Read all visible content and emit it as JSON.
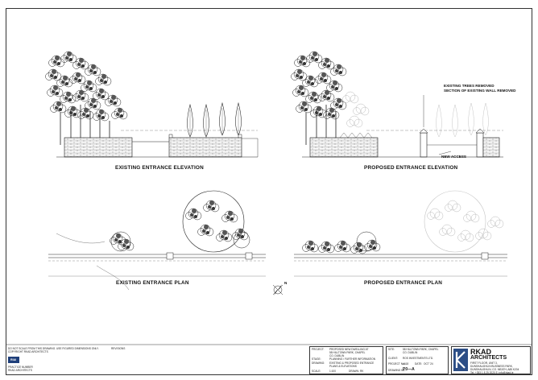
{
  "drawing": {
    "existing_elevation_label": "EXISTING ENTRANCE ELEVATION",
    "proposed_elevation_label": "PROPOSED ENTRANCE ELEVATION",
    "existing_plan_label": "EXISTING ENTRANCE PLAN",
    "proposed_plan_label": "PROPOSED ENTRANCE PLAN",
    "note_trees_removed": "EXISTING TREES REMOVED",
    "note_wall_removed": "SECTION OF EXISTING WALL REMOVED",
    "note_new_access": "NEW ACCESS",
    "north_label": "N"
  },
  "title_block": {
    "disclaimer_lines": [
      "DO NOT SCALE FROM THIS DRAWING. USE FIGURED DIMENSIONS ONLY.",
      "COPYRIGHT RKAD ARCHITECTS"
    ],
    "revision_label": "REVISIONS",
    "riai_logo": "RIAI",
    "riai_lines": [
      "PRACTICE NUMBER",
      "RKAD ARCHITECTS"
    ],
    "project_label": "PROJECT:",
    "project_lines": [
      "PROPOSED NEW DWELLING AT",
      "58 HILLTOWN PARK, CHAPEL",
      "CO. DUBLIN"
    ],
    "stage_label": "STAGE:",
    "stage_value": "PLANNING / FURTHER INFORMATION",
    "drawing_label": "DRAWING:",
    "drawing_lines": [
      "EXISTING & PROPOSED ENTRANCE",
      "PLANS & ELEVATIONS"
    ],
    "scale_label": "SCALE:",
    "scale_value": "1:100",
    "drawn_label": "DRAWN:",
    "drawn_value": "RK",
    "site_label": "SITE:",
    "site_lines": [
      "58 HILLTOWN PARK, CHAPEL",
      "CO. DUBLIN"
    ],
    "client_label": "CLIENT:",
    "client_value": "ROS INVESTMENTS LTD.",
    "project_no_label": "PROJECT No.:",
    "project_no_value": "4418",
    "date_label": "DATE:",
    "date_value": "OCT '24",
    "drawing_no_label": "DRAWING No.:",
    "drawing_no_value": "P0—A",
    "company_name": "RKAD",
    "company_name2": "ARCHITECTS",
    "company_address": [
      "FIRST FLOOR, UNIT 3,",
      "DUNSHAUGHLIN BUSINESS PARK,",
      "DUNSHAUGHLIN, CO. MEATH, A85 K204"
    ],
    "company_contact": "Tel: +353 1 8 25 2020   E: info@rkad.ie"
  }
}
